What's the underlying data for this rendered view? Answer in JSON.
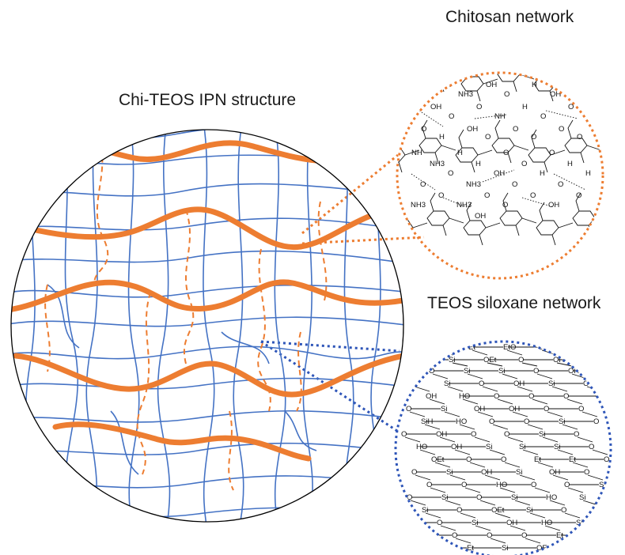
{
  "titles": {
    "main": "Chi-TEOS IPN structure",
    "chitosan": "Chitosan network",
    "teos": "TEOS siloxane network"
  },
  "colors": {
    "chitosan": "#ed7d31",
    "siloxane": "#4472c4",
    "outline": "#000000"
  },
  "chitosan_atoms": [
    "NH3",
    "OH",
    "O",
    "O",
    "NH3",
    "O",
    "O",
    "O",
    "OH",
    "OH",
    "H",
    "O",
    "NH3",
    "O",
    "OH",
    "H",
    "O",
    "H",
    "O",
    "OH",
    "NH",
    "O",
    "NH3",
    "O",
    "O",
    "O",
    "O",
    "OH",
    "O",
    "O",
    "H",
    "O",
    "O",
    "NH",
    "H",
    "O",
    "H",
    "NH3",
    "H",
    "O",
    "H",
    "O",
    "OH",
    "H",
    "O",
    "NH3",
    "O",
    "O",
    "O",
    "O",
    "O",
    "O",
    "NH3",
    "O",
    "OH",
    "NH3",
    "OH"
  ],
  "teos_atoms": [
    "OH",
    "Si",
    "Et",
    "EtO",
    "O",
    "Si",
    "O",
    "Si",
    "OEt",
    "O",
    "OH",
    "HO",
    "O",
    "Si",
    "Si",
    "O",
    "OH",
    "O",
    "Si",
    "O",
    "OH",
    "Si",
    "O",
    "Si",
    "HO",
    "O",
    "O",
    "O",
    "Si",
    "OH",
    "OH",
    "OH",
    "O",
    "O",
    "O",
    "Si",
    "O",
    "O",
    "Si",
    "O",
    "SiH",
    "HO",
    "O",
    "Si",
    "O",
    "O",
    "OH",
    "O",
    "Si",
    "Si",
    "O",
    "HO",
    "OH",
    "Si",
    "Et",
    "Et",
    "O",
    "OEt",
    "O",
    "O",
    "OH",
    "O",
    "O",
    "Si",
    "OH",
    "Si",
    "O",
    "SiH",
    "O",
    "O",
    "HO",
    "O",
    "Si",
    "O",
    "Si",
    "O",
    "Si",
    "HO",
    "O",
    "Si",
    "O",
    "OEt",
    "Si",
    "O",
    "O",
    "O",
    "Si",
    "OH",
    "HO",
    "Si",
    "OEt",
    "O",
    "O",
    "O",
    "Et",
    "Si",
    "O",
    "Et",
    "Si",
    "OEt",
    "O",
    "Et",
    "OH"
  ]
}
